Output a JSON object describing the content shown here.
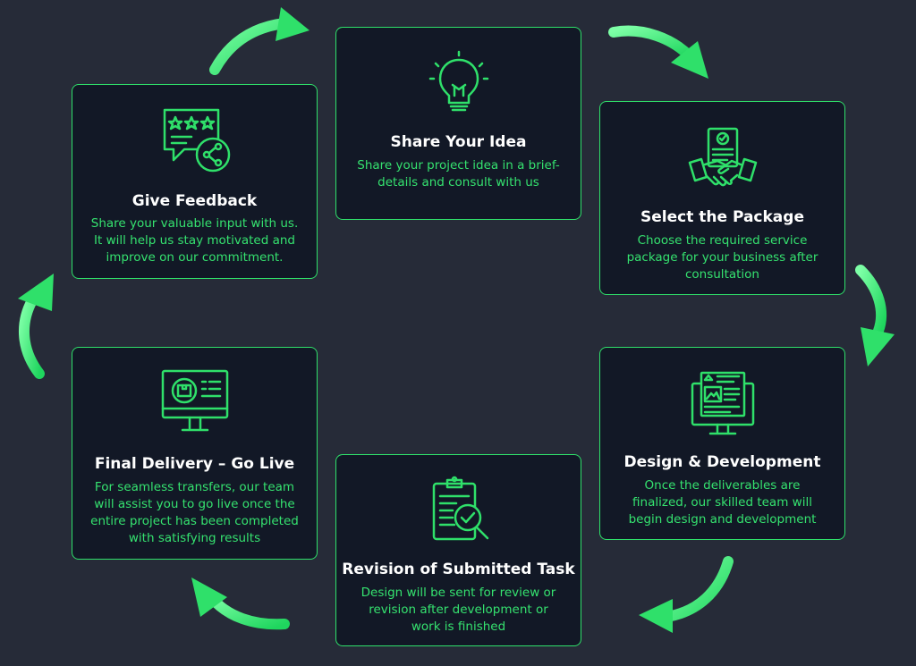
{
  "steps": [
    {
      "title": "Share Your Idea",
      "desc": "Share your project idea in a brief-details and consult with us",
      "icon": "lightbulb-icon"
    },
    {
      "title": "Select the Package",
      "desc": "Choose the required service package for your business after consultation",
      "icon": "handshake-document-icon"
    },
    {
      "title": "Design & Development",
      "desc": "Once the deliverables are finalized, our skilled team will begin design and development",
      "icon": "web-design-monitor-icon"
    },
    {
      "title": "Revision of Submitted Task",
      "desc": "Design will be sent for review or revision after development or work is finished",
      "icon": "clipboard-check-icon"
    },
    {
      "title": "Final Delivery – Go Live",
      "desc": "For seamless transfers, our team will assist you to go live once the entire project has been completed with satisfying results",
      "icon": "monitor-package-icon"
    },
    {
      "title": "Give Feedback",
      "desc": "Share your valuable input with us. It will help us stay motivated and improve on our commitment.",
      "icon": "review-share-icon"
    }
  ],
  "colors": {
    "background": "#262b38",
    "card": "#121826",
    "accent": "#2fe06a",
    "text": "#ffffff"
  }
}
